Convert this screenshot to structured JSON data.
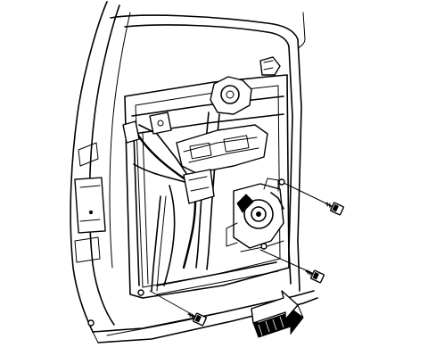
{
  "figure": {
    "type": "technical-illustration",
    "subject": "door-frame-with-window-regulator",
    "fasteners": 3,
    "icons": {
      "door_frame": "door-frame-outline",
      "window_regulator": "regulator-mechanism",
      "bolt": "bolt-icon",
      "direction_arrow": "front-arrow-icon"
    },
    "colors": {
      "line": "#000000",
      "background": "#ffffff"
    }
  }
}
